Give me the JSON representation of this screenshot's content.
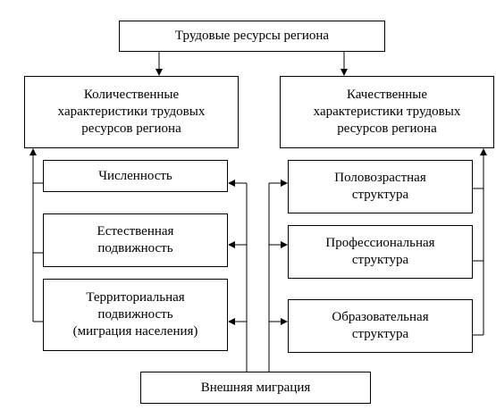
{
  "diagram": {
    "top": {
      "label": "Трудовые ресурсы региона"
    },
    "quantitative": {
      "label": "Количественные\nхарактеристики трудовых\nресурсов региона"
    },
    "qualitative": {
      "label": "Качественные\nхарактеристики трудовых\nресурсов региона"
    },
    "left_items": [
      {
        "label": "Численность"
      },
      {
        "label": "Естественная\nподвижность"
      },
      {
        "label": "Территориальная\nподвижность\n(миграция населения)"
      }
    ],
    "right_items": [
      {
        "label": "Половозрастная\nструктура"
      },
      {
        "label": "Профессиональная\nструктура"
      },
      {
        "label": "Образовательная\nструктура"
      }
    ],
    "bottom": {
      "label": "Внешняя миграция"
    },
    "line_color": "#000000"
  }
}
